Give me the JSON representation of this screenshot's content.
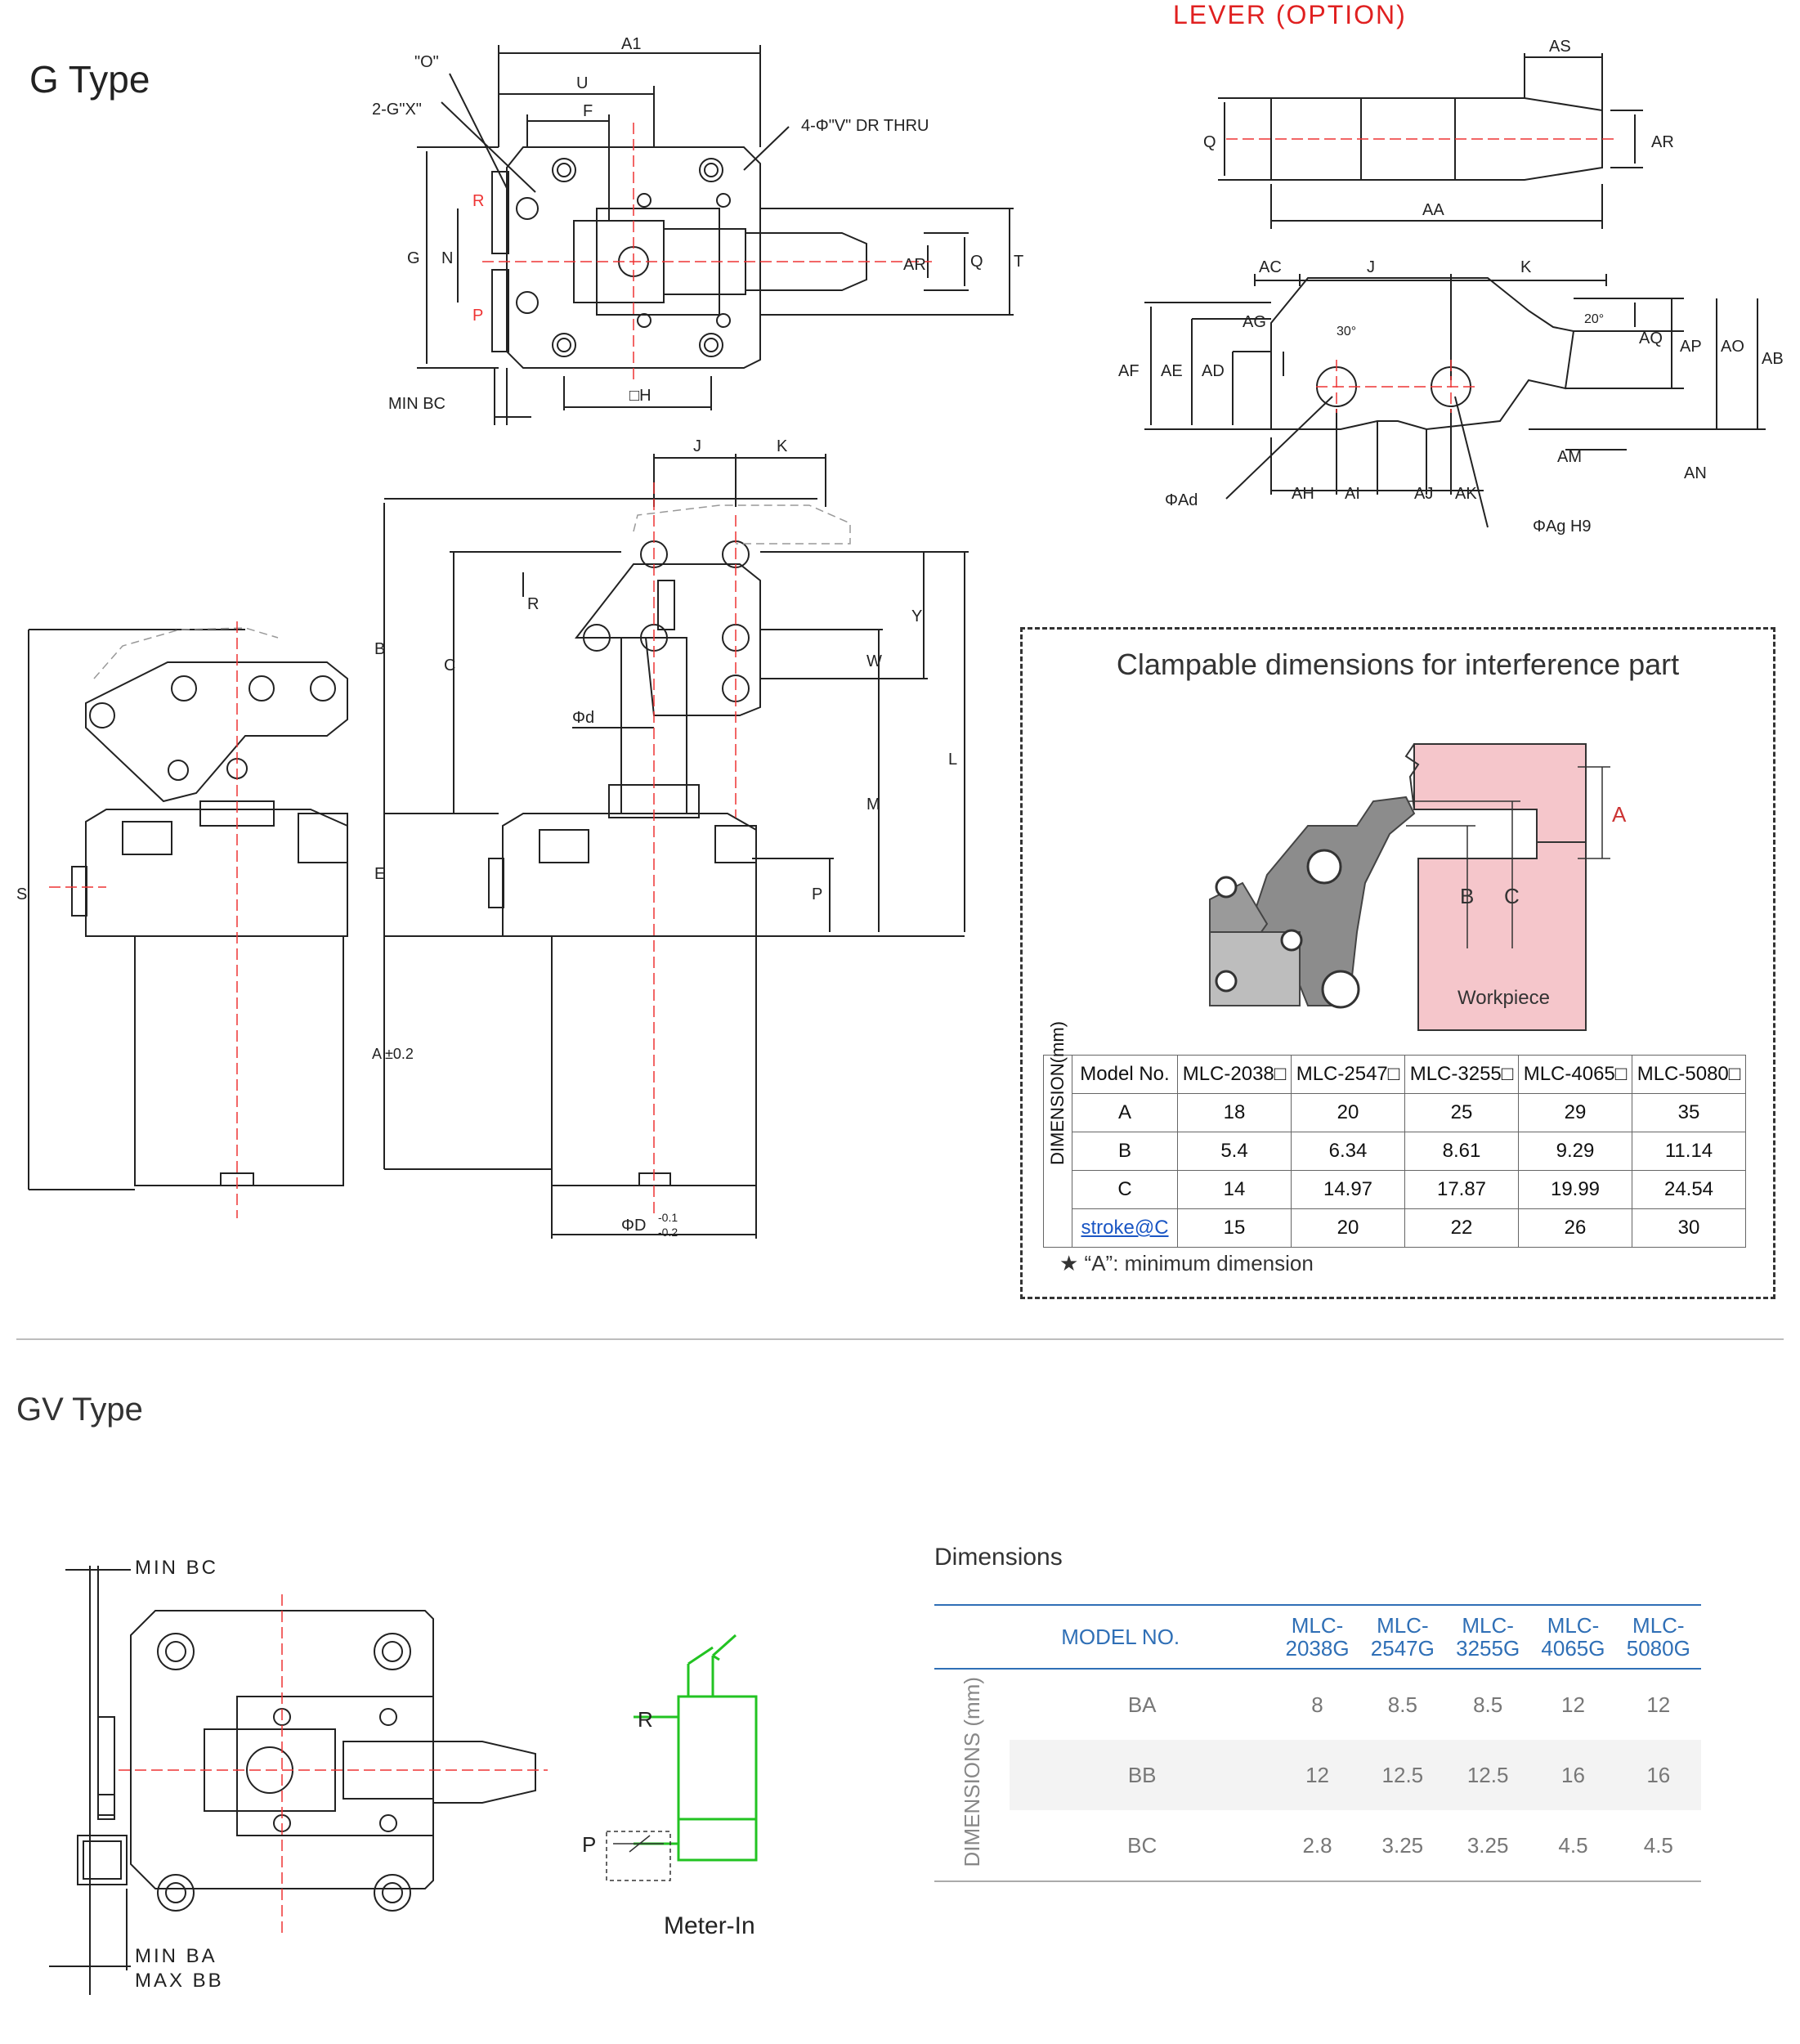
{
  "g_type_title": "G Type",
  "gv_type_title": "GV Type",
  "lever_option_title": "LEVER (OPTION)",
  "top_view_labels": {
    "a1": "A1",
    "o": "\"O\"",
    "u": "U",
    "gx": "2-G\"X\"",
    "f": "F",
    "v": "4-Φ\"V\" DR THRU",
    "r": "R",
    "p": "P",
    "g": "G",
    "n": "N",
    "ar": "AR",
    "q": "Q",
    "t": "T",
    "min_bc": "MIN BC",
    "h": "□H"
  },
  "lever_labels": {
    "as": "AS",
    "q": "Q",
    "ar": "AR",
    "aa": "AA",
    "ac": "AC",
    "j": "J",
    "k": "K",
    "af": "AF",
    "ae": "AE",
    "ad": "AD",
    "ag": "AG",
    "deg30": "30°",
    "deg20": "20°",
    "aq": "AQ",
    "ap": "AP",
    "ao": "AO",
    "ab": "AB",
    "am": "AM",
    "an": "AN",
    "phi_ad": "ΦAd",
    "ah": "AH",
    "ai": "AI",
    "aj": "AJ",
    "ak": "AK",
    "phi_ag": "ΦAg H9"
  },
  "side_view_labels": {
    "j": "J",
    "k": "K",
    "s": "S",
    "b": "B",
    "c": "C",
    "r": "R",
    "d": "Φd",
    "e": "E",
    "a": "A ±0.2",
    "w": "W",
    "y": "Y",
    "m": "M",
    "l": "L",
    "p": "P",
    "dd": "ΦD",
    "dd_tol_top": "-0.1",
    "dd_tol_bot": "-0.2"
  },
  "clamp": {
    "title": "Clampable dimensions for interference part",
    "workpiece": "Workpiece",
    "label_a": "A",
    "label_b": "B",
    "label_c": "C",
    "dim_header": "DIMENSION(mm)",
    "model_header": "Model No.",
    "models": [
      "MLC-2038□",
      "MLC-2547□",
      "MLC-3255□",
      "MLC-4065□",
      "MLC-5080□"
    ],
    "rows": [
      {
        "label": "A",
        "values": [
          "18",
          "20",
          "25",
          "29",
          "35"
        ]
      },
      {
        "label": "B",
        "values": [
          "5.4",
          "6.34",
          "8.61",
          "9.29",
          "11.14"
        ]
      },
      {
        "label": "C",
        "values": [
          "14",
          "14.97",
          "17.87",
          "19.99",
          "24.54"
        ]
      },
      {
        "label": "stroke@C",
        "values": [
          "15",
          "20",
          "22",
          "26",
          "30"
        ]
      }
    ],
    "note": "★ “A”: minimum dimension"
  },
  "gv": {
    "min_bc": "MIN BC",
    "min_ba": "MIN BA",
    "max_bb": "MAX BB",
    "r": "R",
    "p": "P",
    "meter_in": "Meter-In"
  },
  "dims": {
    "title": "Dimensions",
    "model_header": "MODEL NO.",
    "models": [
      {
        "top": "MLC-",
        "bot": "2038G"
      },
      {
        "top": "MLC-",
        "bot": "2547G"
      },
      {
        "top": "MLC-",
        "bot": "3255G"
      },
      {
        "top": "MLC-",
        "bot": "4065G"
      },
      {
        "top": "MLC-",
        "bot": "5080G"
      }
    ],
    "side_label": "DIMENSIONS (mm)",
    "rows": [
      {
        "label": "BA",
        "values": [
          "8",
          "8.5",
          "8.5",
          "12",
          "12"
        ]
      },
      {
        "label": "BB",
        "values": [
          "12",
          "12.5",
          "12.5",
          "16",
          "16"
        ]
      },
      {
        "label": "BC",
        "values": [
          "2.8",
          "3.25",
          "3.25",
          "4.5",
          "4.5"
        ]
      }
    ]
  }
}
